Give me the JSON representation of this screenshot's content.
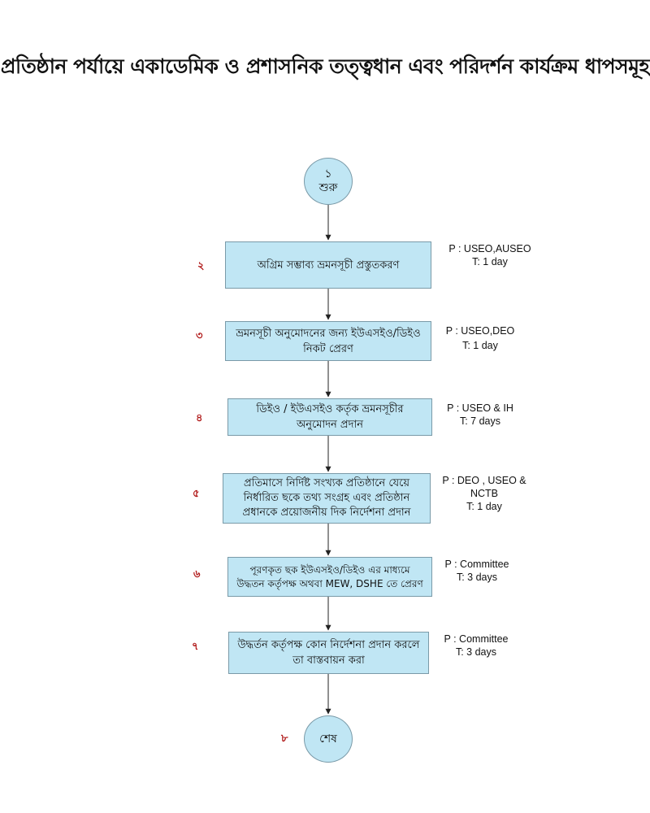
{
  "title": "প্রতিষ্ঠান পর্যায়ে একাডেমিক ও প্রশাসনিক তত্ত্বধান এবং পরিদর্শন কার্যক্রম ধাপসমূহ",
  "start": {
    "number": "১",
    "label": "শুরু"
  },
  "end": {
    "number": "৮",
    "label": "শেষ"
  },
  "steps": [
    {
      "number": "২",
      "text": "অগ্রিম সম্ভাব্য ভ্রমনসূচী প্রস্তুতকরণ",
      "info": "P : USEO,AUSEO\nT: 1 day"
    },
    {
      "number": "৩",
      "text": "ভ্রমনসূচী অনুমোদনের জন্য ইউএসইও/ডিইও নিকট প্রেরণ",
      "info": "P : USEO,DEO\nT: 1 day"
    },
    {
      "number": "৪",
      "text": "ডিইও / ইউএসইও কর্তৃক ভ্রমনসূচীর অনুমোদন প্রদান",
      "info": "P : USEO & IH\nT: 7 days"
    },
    {
      "number": "৫",
      "text": "প্রতিমাসে নির্দিষ্ট সংখ্যক প্রতিষ্ঠানে যেয়ে নির্ধারিত ছকে তথ্য সংগ্রহ এবং প্রতিষ্ঠান প্রধানকে প্রয়োজনীয় দিক নির্দেশনা প্রদান",
      "info": "P : DEO , USEO &\nNCTB\nT: 1 day"
    },
    {
      "number": "৬",
      "text": "পূরণকৃত ছক ইউএসইও/ডিইও এর মাধ্যমে উদ্ধতন কর্তৃপক্ষ অথবা MEW, DSHE তে প্রেরণ",
      "info": "P : Committee\nT: 3 days"
    },
    {
      "number": "৭",
      "text": "উদ্ধর্তন কর্তৃপক্ষ কোন নির্দেশনা প্রদান করলে তা বাস্তবায়ন করা",
      "info": "P : Committee\nT: 3 days"
    }
  ],
  "colors": {
    "node_fill": "#c0e6f4",
    "node_border": "#7a9aa8",
    "step_number": "#b01818",
    "arrow": "#222222"
  }
}
